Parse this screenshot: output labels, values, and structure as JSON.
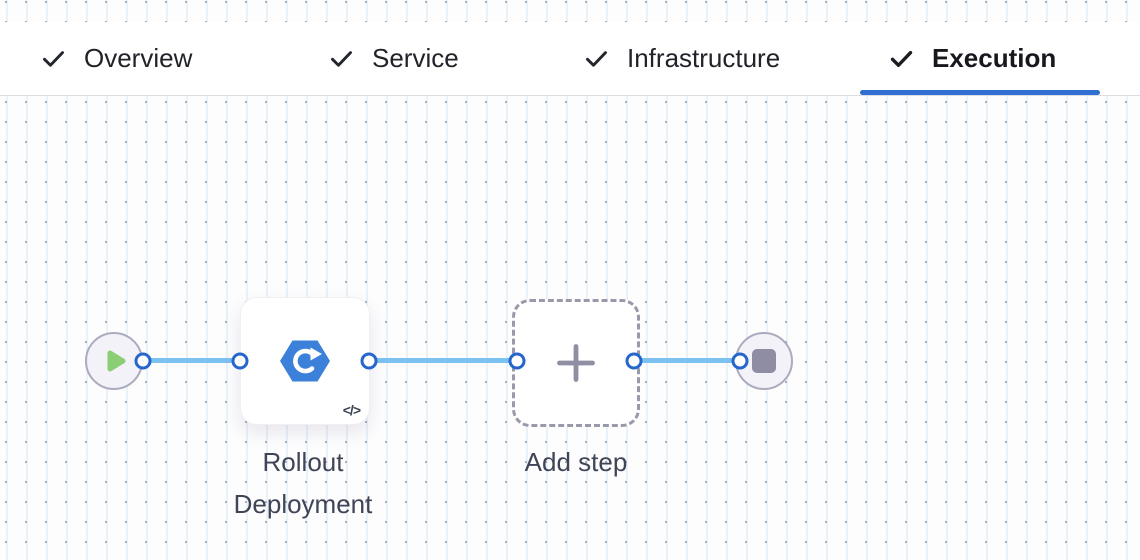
{
  "tabs": [
    {
      "label": "Overview",
      "completed": true,
      "active": false
    },
    {
      "label": "Service",
      "completed": true,
      "active": false
    },
    {
      "label": "Infrastructure",
      "completed": true,
      "active": false
    },
    {
      "label": "Execution",
      "completed": true,
      "active": true
    }
  ],
  "pipeline": {
    "step": {
      "label": "Rollout Deployment",
      "icon": "k8s-rollout-hexagon-icon",
      "code_badge": "</>"
    },
    "add_step": {
      "label": "Add step",
      "icon": "plus-icon"
    },
    "start_node": {
      "icon": "play-icon"
    },
    "end_node": {
      "icon": "stop-icon"
    }
  },
  "colors": {
    "active_tab_underline": "#2f6fd2",
    "connector_line": "#7cc2f1",
    "port_ring_border": "#2566cd",
    "step_icon_blue": "#3b80d9",
    "play_green": "#8bce74",
    "stop_gray": "#8e8da3",
    "label_text": "#3f4457",
    "tab_text": "#212329"
  }
}
